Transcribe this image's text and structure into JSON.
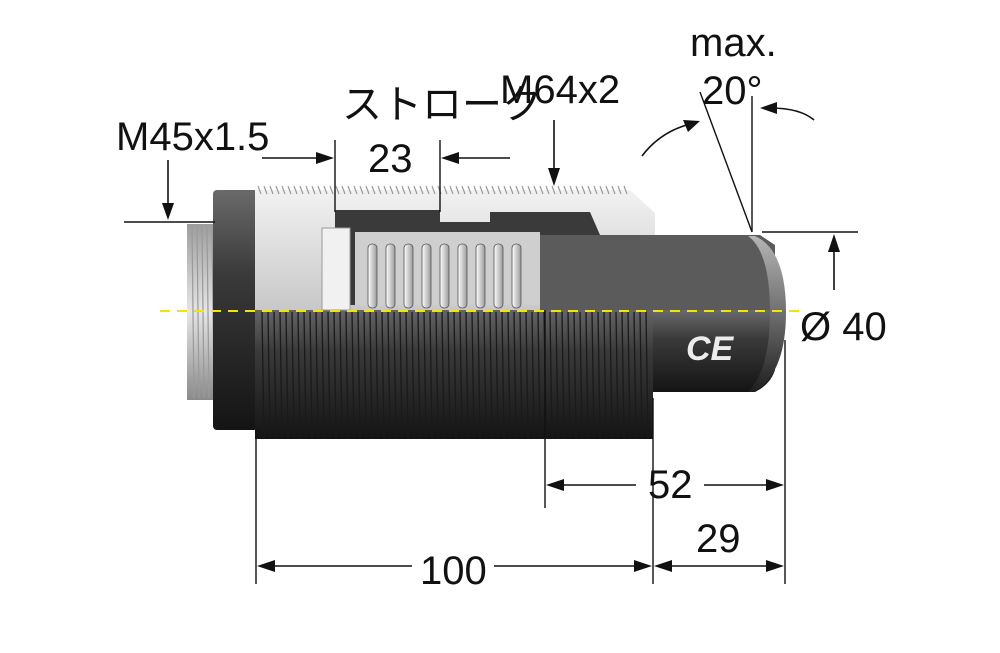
{
  "labels": {
    "thread_small": "M45x1.5",
    "stroke_text": "ストローク",
    "stroke_value": "23",
    "thread_large": "M64x2",
    "angle_max": "max.",
    "angle_value": "20°",
    "diameter": "Ø 40",
    "dim_52": "52",
    "dim_29": "29",
    "dim_100": "100",
    "mark": "CE"
  },
  "colors": {
    "body_dark": "#2b2b2b",
    "body_mid": "#5a5a5a",
    "cut_light": "#e6e6e6",
    "cut_mid": "#bdbdbd",
    "center_line": "#f2e600"
  }
}
